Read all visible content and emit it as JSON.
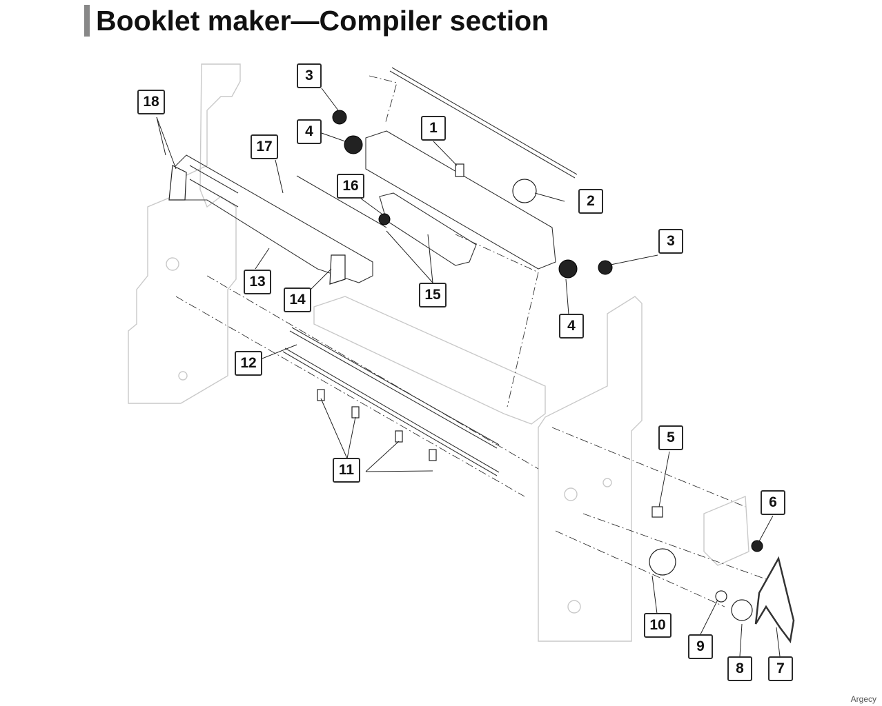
{
  "title": "Booklet maker—Compiler section",
  "callouts": [
    "1",
    "2",
    "3",
    "3",
    "4",
    "4",
    "5",
    "6",
    "7",
    "8",
    "9",
    "10",
    "11",
    "12",
    "13",
    "14",
    "15",
    "16",
    "17",
    "18"
  ],
  "watermark": "Argecy"
}
